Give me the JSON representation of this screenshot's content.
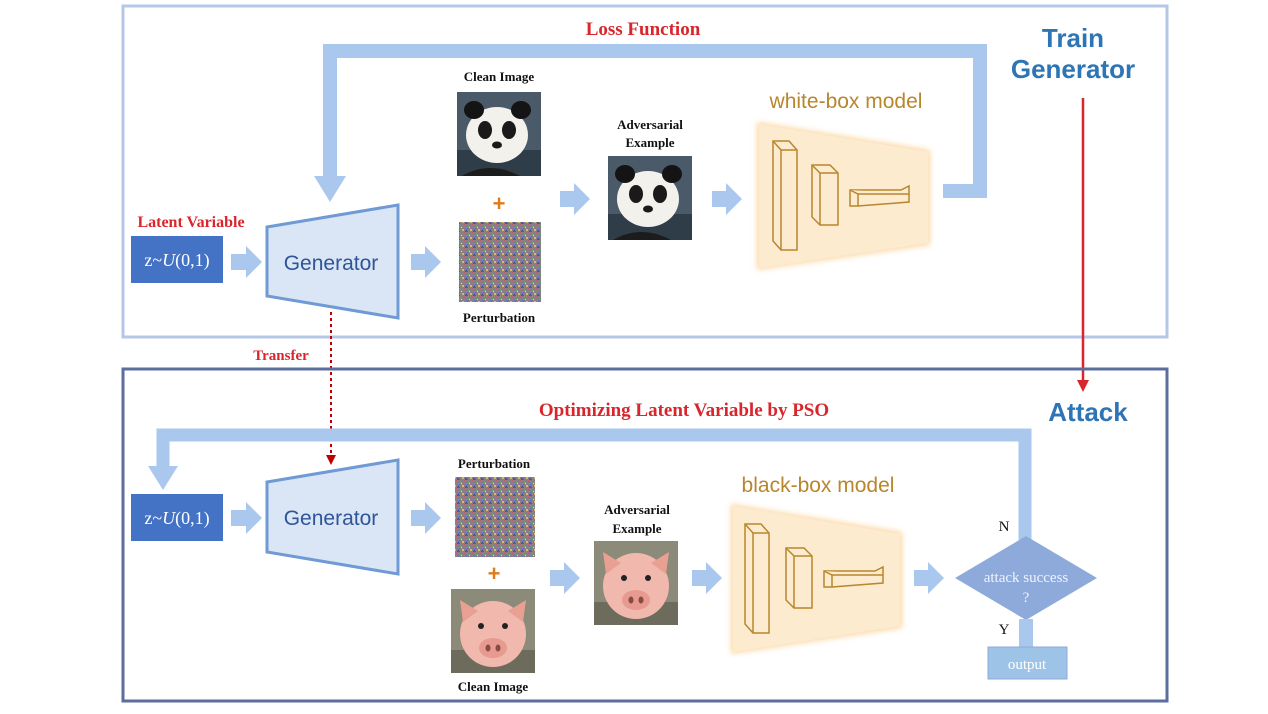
{
  "top_panel": {
    "feedback_label": "Loss Function",
    "stage_title": "Train Generator",
    "latent_variable_label": "Latent Variable",
    "latent_box": {
      "prefix": "z~",
      "dist": "U",
      "args": "(0,1)"
    },
    "generator_label": "Generator",
    "clean_image_label": "Clean Image",
    "plus": "+",
    "perturbation_label": "Perturbation",
    "adversarial_label_line1": "Adversarial",
    "adversarial_label_line2": "Example",
    "model_label": "white-box model"
  },
  "transfer_label": "Transfer",
  "bottom_panel": {
    "feedback_label": "Optimizing Latent Variable by PSO",
    "stage_title": "Attack",
    "latent_box": {
      "prefix": "z~",
      "dist": "U",
      "args": "(0,1)"
    },
    "generator_label": "Generator",
    "perturbation_label": "Perturbation",
    "plus": "+",
    "clean_image_label": "Clean Image",
    "adversarial_label_line1": "Adversarial",
    "adversarial_label_line2": "Example",
    "model_label": "black-box model",
    "decision_line1": "attack success",
    "decision_line2": "?",
    "no_label": "N",
    "yes_label": "Y",
    "output_label": "output"
  },
  "colors": {
    "red_label": "#d9262c",
    "blue_title": "#2e75b6",
    "arrow_blue": "#aac8ee",
    "dark_blue_box": "#4472c4",
    "generator_fill": "#dae6f5",
    "generator_stroke": "#6f9ad4",
    "model_fill": "#fdebd0",
    "model_stroke": "#f7c98e",
    "model_text": "#b8862c",
    "panel_border_top": "#b4c7e7",
    "panel_border_bottom": "#5b6e9c",
    "diamond_fill": "#8eaadb",
    "output_fill": "#9dc3e6",
    "red_arrow": "#d9262c"
  },
  "icons": [
    "panda-image-icon",
    "pig-image-icon",
    "noise-perturbation-icon",
    "cnn-layers-icon"
  ]
}
